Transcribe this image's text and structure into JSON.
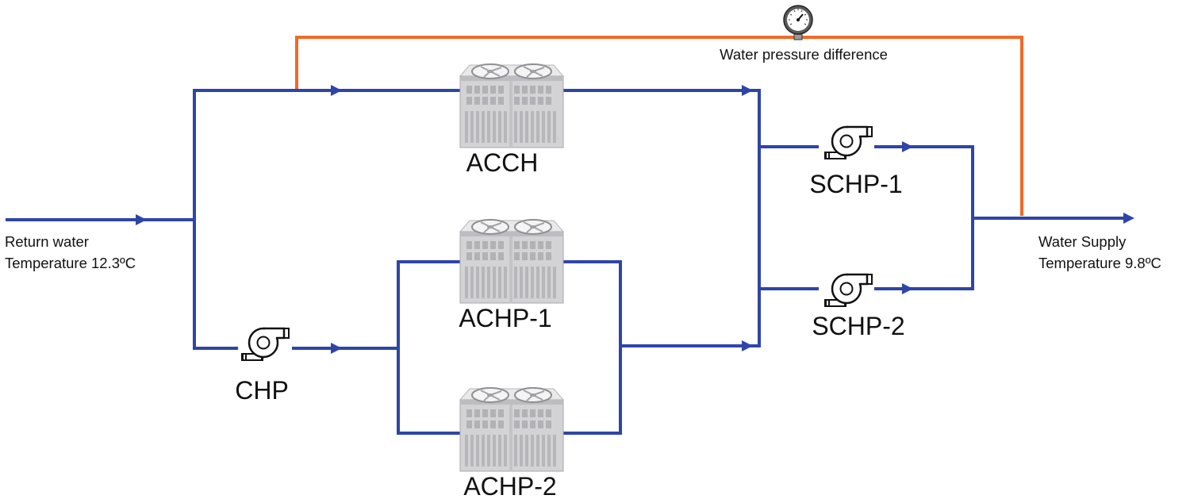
{
  "colors": {
    "pipe": "#2e45a8",
    "pressure_line": "#f06a28",
    "text": "#111111"
  },
  "inlet": {
    "line1": "Return water",
    "line2": "Temperature 12.3ºC"
  },
  "outlet": {
    "line1": "Water Supply",
    "line2": "Temperature 9.8ºC"
  },
  "pressure_gauge": {
    "label": "Water pressure difference",
    "icon": "pressure-gauge-icon"
  },
  "units": {
    "acch": {
      "label": "ACCH",
      "icon": "air-cooled-chiller-icon"
    },
    "achp1": {
      "label": "ACHP-1",
      "icon": "air-cooled-chiller-icon"
    },
    "achp2": {
      "label": "ACHP-2",
      "icon": "air-cooled-chiller-icon"
    }
  },
  "pumps": {
    "chp": {
      "label": "CHP",
      "icon": "pump-icon"
    },
    "schp1": {
      "label": "SCHP-1",
      "icon": "pump-icon"
    },
    "schp2": {
      "label": "SCHP-2",
      "icon": "pump-icon"
    }
  }
}
